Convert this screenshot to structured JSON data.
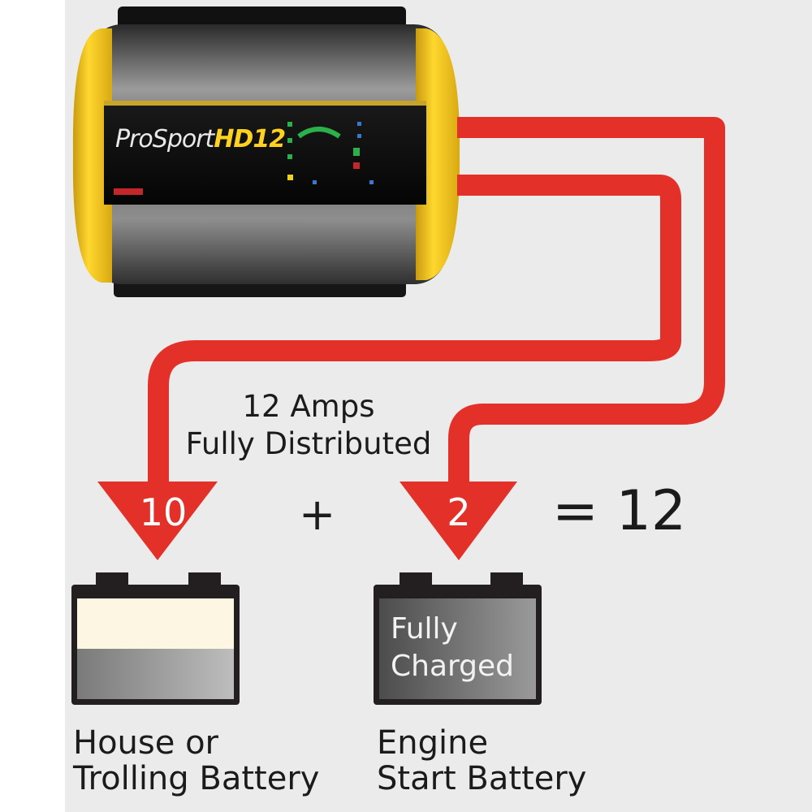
{
  "charger": {
    "brand_main": "ProSport",
    "brand_suffix": "HD12"
  },
  "diagram": {
    "distribution_line1": "12 Amps",
    "distribution_line2": "Fully Distributed",
    "house_amps": "10",
    "plus_sign": "+",
    "engine_amps": "2",
    "total": "= 12"
  },
  "batteries": [
    {
      "label_line1": "House or",
      "label_line2": "Trolling Battery",
      "charge_level": 0.5
    },
    {
      "label_line1": "Engine",
      "label_line2": "Start Battery",
      "status_line1": "Fully",
      "status_line2": "Charged",
      "charge_level": 1.0
    }
  ],
  "colors": {
    "cable": "#e3312a",
    "charger_yellow": "#f4c81f",
    "battery_outline": "#231f20",
    "background": "#ebebeb"
  }
}
